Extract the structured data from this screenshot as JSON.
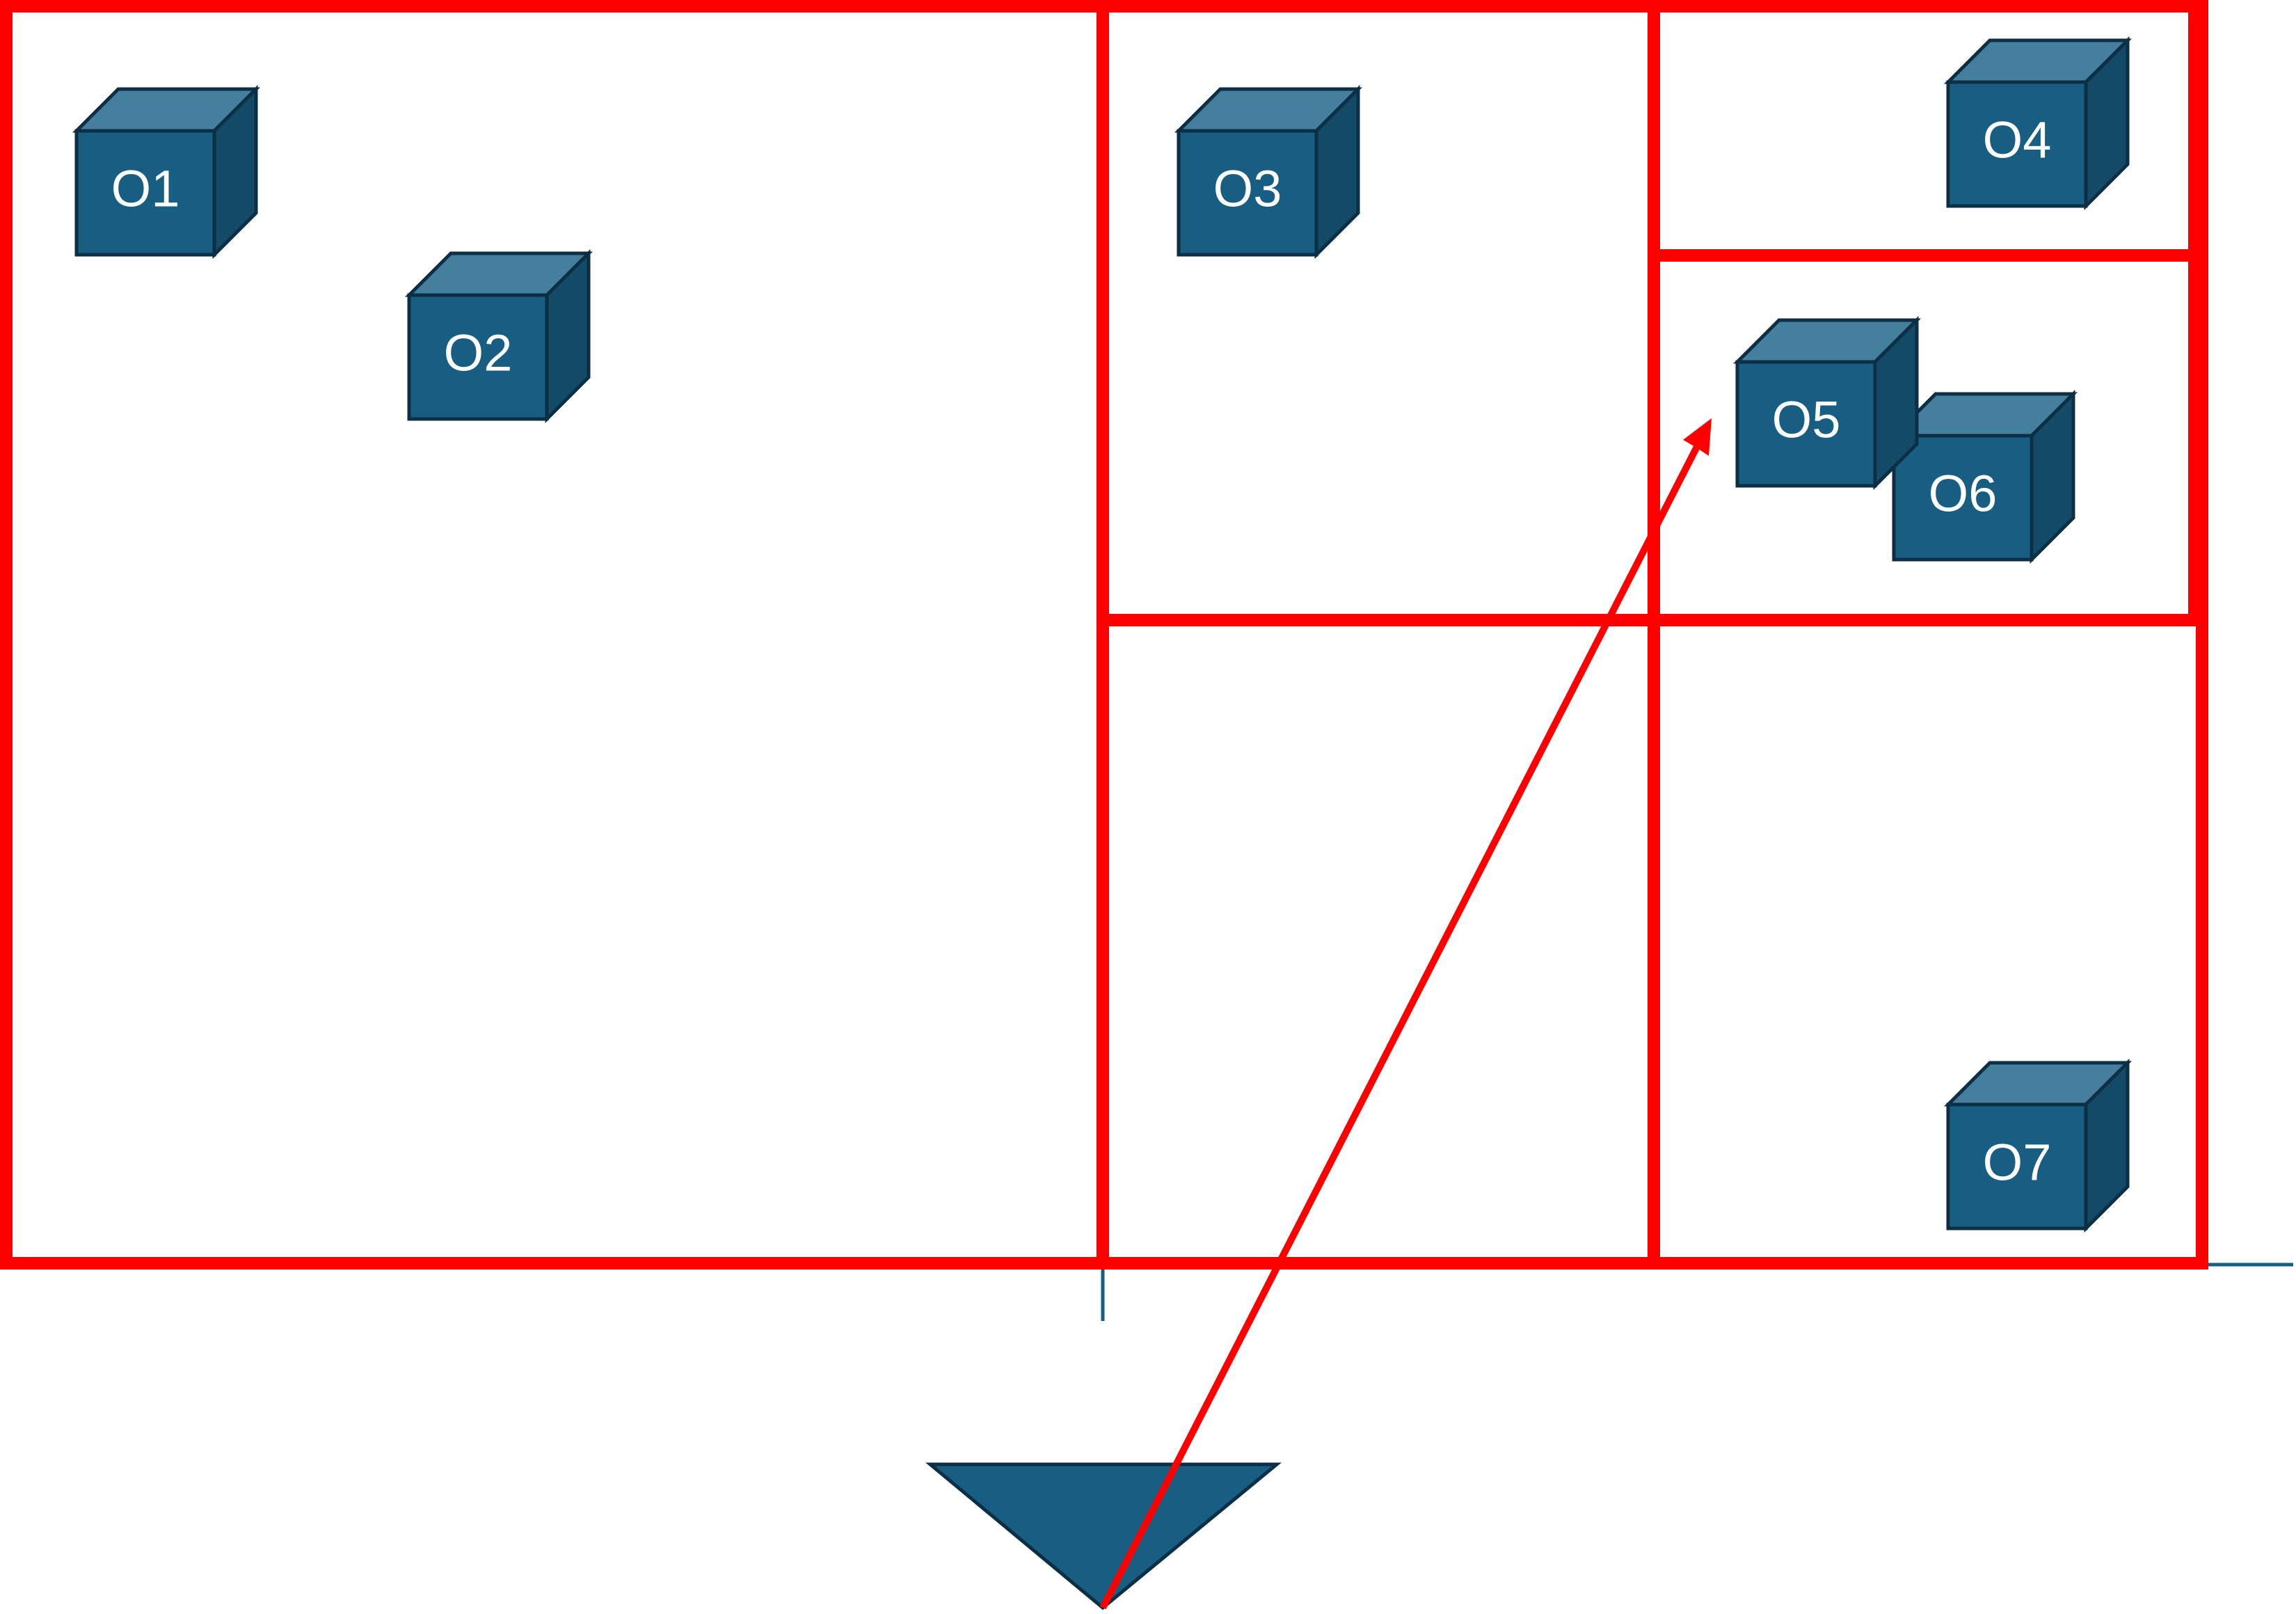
{
  "colors": {
    "partition": "#ff0000",
    "ray": "#ff0000",
    "cube_front": "#175e82",
    "cube_top": "#457f9e",
    "cube_side": "#134a67",
    "cube_outline": "#0d2f45",
    "viewpoint": "#175e82",
    "label": "#ffffff"
  },
  "objects": [
    {
      "label": "O1",
      "icon": "cube-icon"
    },
    {
      "label": "O2",
      "icon": "cube-icon"
    },
    {
      "label": "O3",
      "icon": "cube-icon"
    },
    {
      "label": "O4",
      "icon": "cube-icon"
    },
    {
      "label": "O6",
      "icon": "cube-icon"
    },
    {
      "label": "O5",
      "icon": "cube-icon"
    },
    {
      "label": "O7",
      "icon": "cube-icon"
    }
  ],
  "viewpoint": {
    "icon": "triangle-viewpoint-icon"
  },
  "ray": {
    "icon": "arrow-icon"
  }
}
